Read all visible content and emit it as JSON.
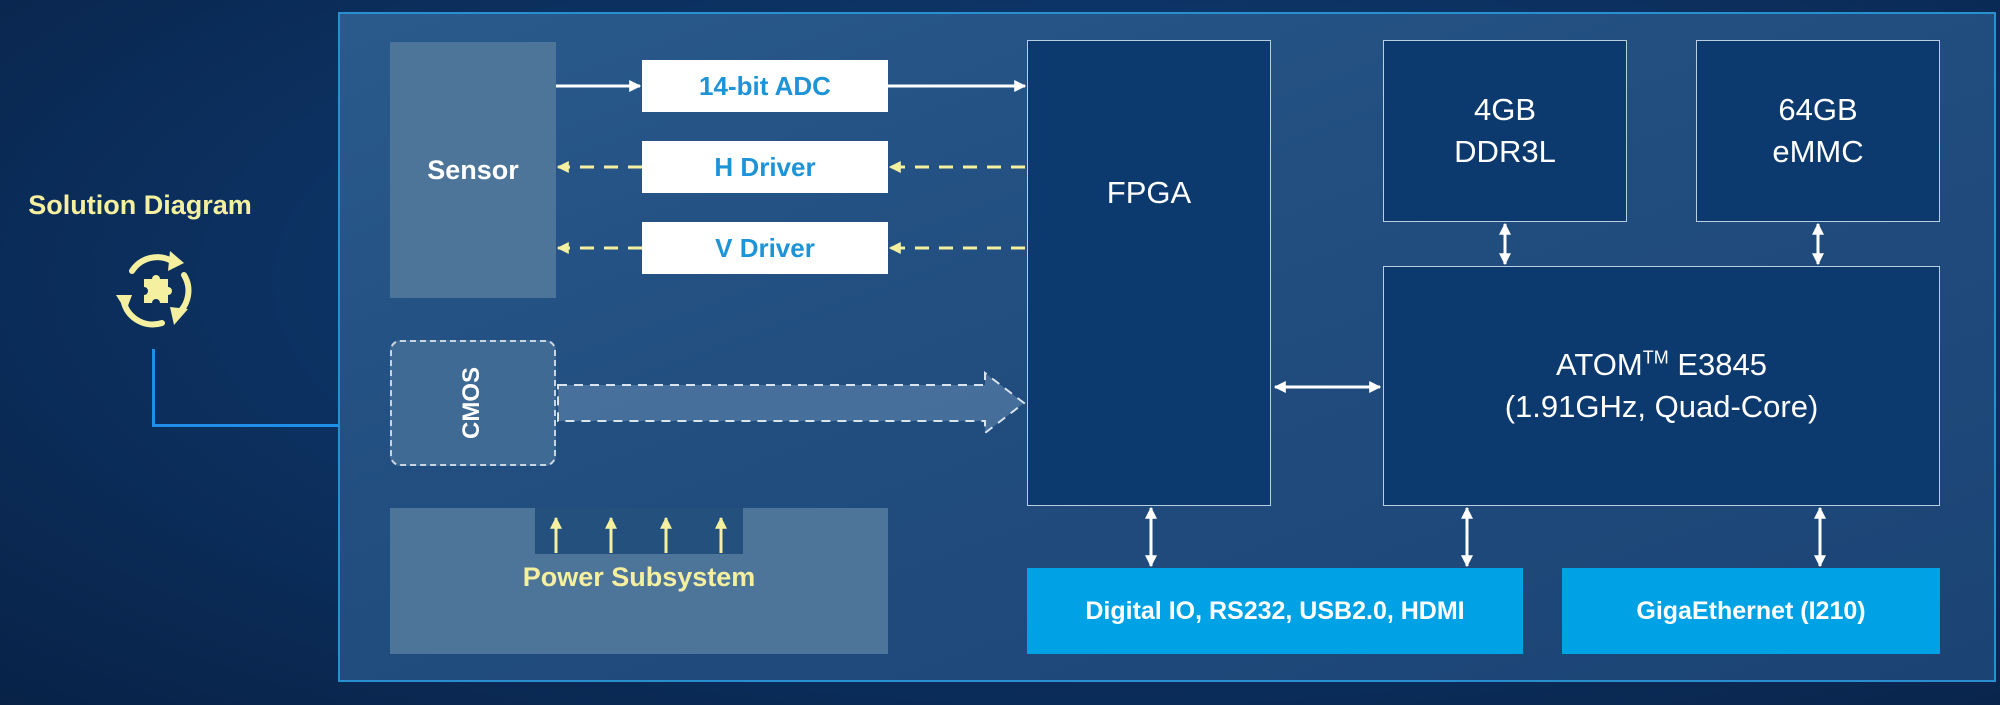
{
  "title": "Solution Diagram",
  "icons": {
    "title_icon": "puzzle-cycle-icon"
  },
  "colors": {
    "background": "#0d3466",
    "frame_border": "#2a8fd0",
    "accent_yellow": "#f4f0a0",
    "white_box_text": "#1e93d6",
    "navy_box": "#0d3a6e",
    "bright_blue_box": "#00a2e6",
    "gray_box": "#4d7499"
  },
  "blocks": {
    "sensor": "Sensor",
    "cmos": "CMOS",
    "power": "Power Subsystem",
    "adc": "14-bit ADC",
    "h_driver": "H Driver",
    "v_driver": "V Driver",
    "fpga": "FPGA",
    "ddr_line1": "4GB",
    "ddr_line2": "DDR3L",
    "emmc_line1": "64GB",
    "emmc_line2": "eMMC",
    "atom_name": "ATOM",
    "atom_tm": "TM",
    "atom_model": "E3845",
    "atom_spec": "(1.91GHz, Quad-Core)",
    "io": "Digital IO, RS232, USB2.0, HDMI",
    "ethernet": "GigaEthernet (I210)"
  }
}
